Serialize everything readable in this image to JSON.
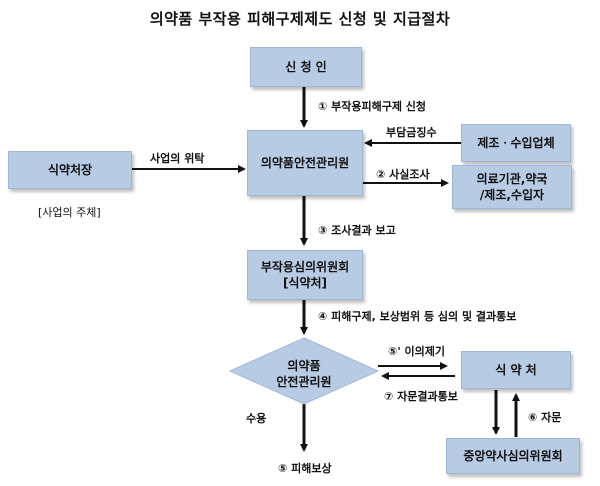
{
  "title": "의약품 부작용 피해구제제도 신청 및 지급절차",
  "nodes": {
    "applicant": "신 청 인",
    "kfds": "식약처장",
    "kfds_note": "[사업의 주체]",
    "agency": "의약품안전관리원",
    "producer": "제조ㆍ수입업체",
    "facility": "의료기관,약국\n/제조,수입자",
    "committee": "부작용심의위원회\n[식약처]",
    "agency_diamond": "의약품\n안전관리원",
    "mfds": "식 약 처",
    "pharm_council": "중앙약사심의위원회"
  },
  "edges": {
    "apply": "① 부작용피해구제 신청",
    "delegate": "사업의 위탁",
    "levy": "부담금징수",
    "investigate": "② 사실조사",
    "report": "③ 조사결과 보고",
    "deliberate": "④ 피해구제, 보상범위 등 심의 및 결과통보",
    "objection": "⑤' 이의제기",
    "advice_result": "⑦ 자문결과통보",
    "advice": "⑥ 자문",
    "accept": "수용",
    "compensation": "⑤ 피해보상"
  }
}
